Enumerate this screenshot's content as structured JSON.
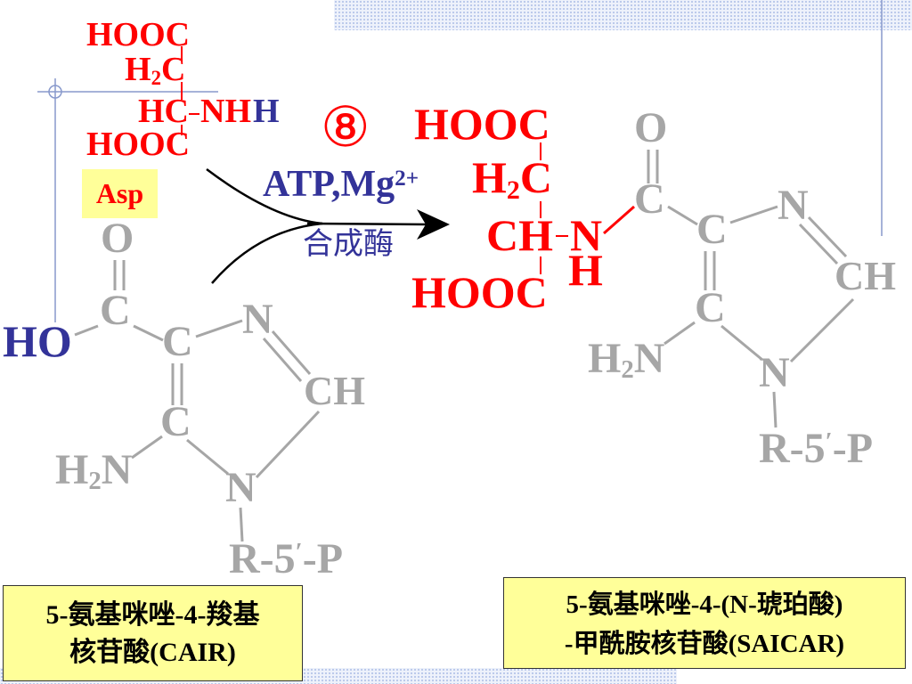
{
  "colors": {
    "highlight_red": "#ff0000",
    "ring_gray": "#a6a6a6",
    "navy": "#333399",
    "label_box": "#ffff99",
    "arrow": "#000000",
    "accent_lines": "#8899cc"
  },
  "step": "⑧",
  "conditions": {
    "reagents": "ATP,Mg",
    "charge": "2+",
    "enzyme": "合成酶"
  },
  "asp": {
    "carboxyl_top": "HOOC",
    "ch2": {
      "h": "H",
      "sub": "2",
      "c": "C"
    },
    "ch": "HC",
    "nh": "NH",
    "h_extra": "H",
    "carboxyl_bottom": "HOOC",
    "label": "Asp"
  },
  "cair": {
    "o": "O",
    "c_carboxyl": "C",
    "ho": "HO",
    "c4": "C",
    "n3": "N",
    "c5": "C",
    "ch": "CH",
    "nh2": {
      "h": "H",
      "sub": "2",
      "n": "N"
    },
    "n1": "N",
    "ribose": {
      "r": "R-5",
      "prime": "′",
      "p": "-P"
    },
    "name": [
      "5-氨基咪唑-4-羧基",
      "核苷酸(CAIR)"
    ]
  },
  "saicar": {
    "carboxyl_top": "HOOC",
    "ch2": {
      "h": "H",
      "sub": "2",
      "c": "C"
    },
    "ch": "CH",
    "n": "N",
    "nh_h": "H",
    "carboxyl_bottom": "HOOC",
    "o": "O",
    "c_amide": "C",
    "c4": "C",
    "n3": "N",
    "c5": "C",
    "nh2": {
      "h": "H",
      "sub": "2",
      "n": "N"
    },
    "n1": "N",
    "ribose": {
      "r": "R-5",
      "prime": "′",
      "p": "-P"
    },
    "name": [
      "5-氨基咪唑-4-(N-琥珀酸)",
      "-甲酰胺核苷酸(SAICAR)"
    ]
  }
}
